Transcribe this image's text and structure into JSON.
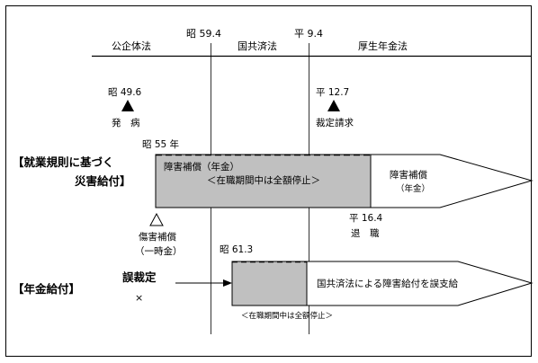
{
  "headers": {
    "law_public": "公企体法",
    "law_national": "国共済法",
    "law_welfare": "厚生年金法"
  },
  "dates": {
    "s59_4": "昭 59.4",
    "h9_4": "平 9.4",
    "s49_6": "昭 49.6",
    "h12_7": "平 12.7",
    "s55": "昭 55 年",
    "h16_4": "平 16.4",
    "s61_3": "昭 61.3"
  },
  "events": {
    "onset": "発　病",
    "ruling_request": "裁定請求",
    "retirement": "退　職"
  },
  "rows": {
    "accident": {
      "label_line1": "【就業規則に基づく",
      "label_line2": "災害給付】",
      "box_line1": "障害補償（年金）",
      "box_line2": "＜在職期間中は全額停止＞",
      "arrow_line1": "障害補償",
      "arrow_line2": "（年金）",
      "lump_line1": "傷害補償",
      "lump_line2": "（一時金）"
    },
    "pension": {
      "label": "【年金給付】",
      "misruling": "誤裁定",
      "cross": "×",
      "arrow_text": "国共済法による障害給付を誤支給",
      "note": "＜在職期間中は全額停止＞"
    }
  },
  "colors": {
    "box_fill": "#c0c0c0",
    "line": "#000000",
    "background": "#ffffff"
  }
}
